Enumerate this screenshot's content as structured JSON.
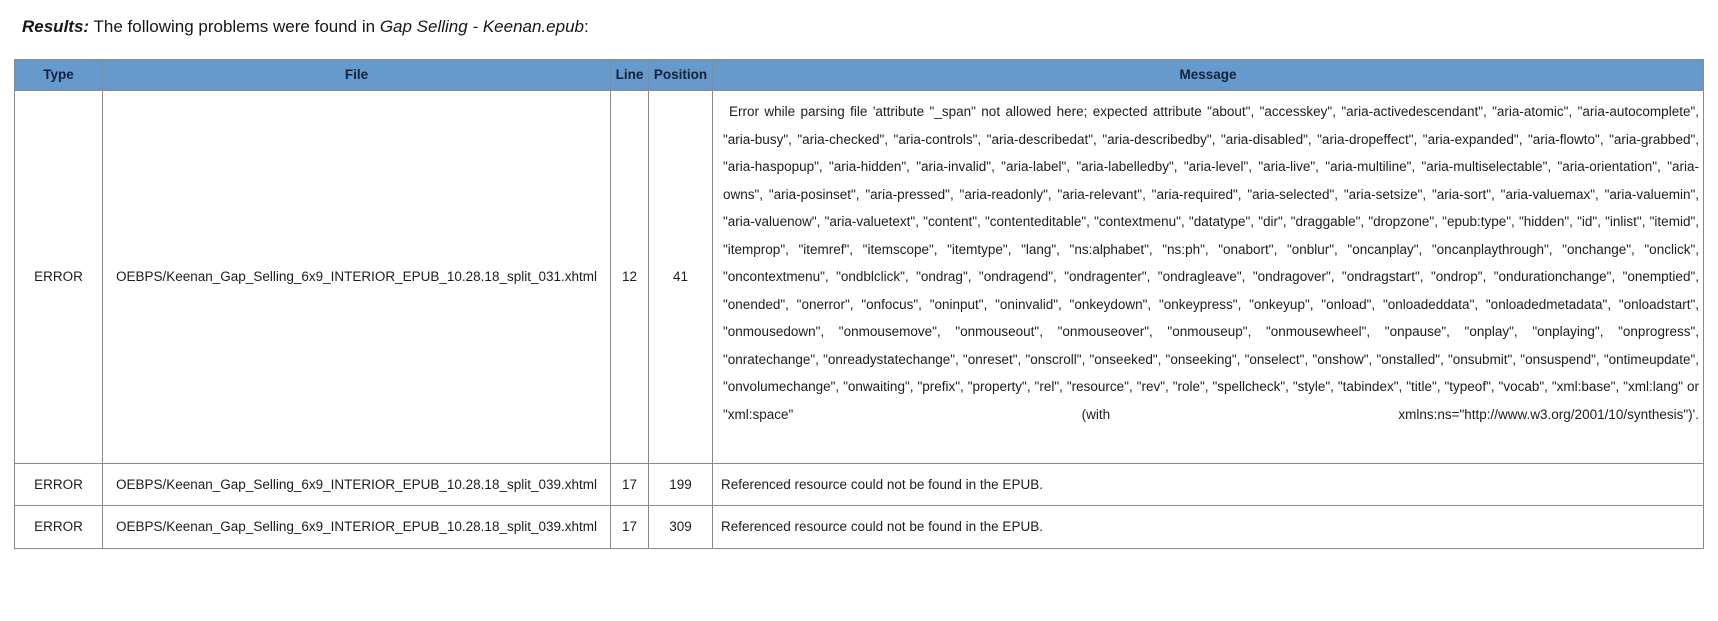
{
  "header": {
    "label": "Results:",
    "text_before": " The following problems were found in ",
    "file_name": "Gap Selling - Keenan.epub",
    "text_after": ":"
  },
  "table": {
    "accent_header_color": "#6699cc",
    "border_color": "#8a8a8a",
    "columns": [
      "Type",
      "File",
      "Line",
      "Position",
      "Message"
    ],
    "rows": [
      {
        "type": "ERROR",
        "file": "OEBPS/Keenan_Gap_Selling_6x9_INTERIOR_EPUB_10.28.18_split_031.xhtml",
        "line": "12",
        "position": "41",
        "message": "Error while parsing file 'attribute \"_span\" not allowed here; expected attribute \"about\", \"accesskey\", \"aria-activedescendant\", \"aria-atomic\", \"aria-autocomplete\", \"aria-busy\", \"aria-checked\", \"aria-controls\", \"aria-describedat\", \"aria-describedby\", \"aria-disabled\", \"aria-dropeffect\", \"aria-expanded\", \"aria-flowto\", \"aria-grabbed\", \"aria-haspopup\", \"aria-hidden\", \"aria-invalid\", \"aria-label\", \"aria-labelledby\", \"aria-level\", \"aria-live\", \"aria-multiline\", \"aria-multiselectable\", \"aria-orientation\", \"aria-owns\", \"aria-posinset\", \"aria-pressed\", \"aria-readonly\", \"aria-relevant\", \"aria-required\", \"aria-selected\", \"aria-setsize\", \"aria-sort\", \"aria-valuemax\", \"aria-valuemin\", \"aria-valuenow\", \"aria-valuetext\", \"content\", \"contenteditable\", \"contextmenu\", \"datatype\", \"dir\", \"draggable\", \"dropzone\", \"epub:type\", \"hidden\", \"id\", \"inlist\", \"itemid\", \"itemprop\", \"itemref\", \"itemscope\", \"itemtype\", \"lang\", \"ns:alphabet\", \"ns:ph\", \"onabort\", \"onblur\", \"oncanplay\", \"oncanplaythrough\", \"onchange\", \"onclick\", \"oncontextmenu\", \"ondblclick\", \"ondrag\", \"ondragend\", \"ondragenter\", \"ondragleave\", \"ondragover\", \"ondragstart\", \"ondrop\", \"ondurationchange\", \"onemptied\", \"onended\", \"onerror\", \"onfocus\", \"oninput\", \"oninvalid\", \"onkeydown\", \"onkeypress\", \"onkeyup\", \"onload\", \"onloadeddata\", \"onloadedmetadata\", \"onloadstart\", \"onmousedown\", \"onmousemove\", \"onmouseout\", \"onmouseover\", \"onmouseup\", \"onmousewheel\", \"onpause\", \"onplay\", \"onplaying\", \"onprogress\", \"onratechange\", \"onreadystatechange\", \"onreset\", \"onscroll\", \"onseeked\", \"onseeking\", \"onselect\", \"onshow\", \"onstalled\", \"onsubmit\", \"onsuspend\", \"ontimeupdate\", \"onvolumechange\", \"onwaiting\", \"prefix\", \"property\", \"rel\", \"resource\", \"rev\", \"role\", \"spellcheck\", \"style\", \"tabindex\", \"title\", \"typeof\", \"vocab\", \"xml:base\", \"xml:lang\" or \"xml:space\" (with xmlns:ns=\"http://www.w3.org/2001/10/synthesis\")'."
      },
      {
        "type": "ERROR",
        "file": "OEBPS/Keenan_Gap_Selling_6x9_INTERIOR_EPUB_10.28.18_split_039.xhtml",
        "line": "17",
        "position": "199",
        "message": "Referenced resource could not be found in the EPUB."
      },
      {
        "type": "ERROR",
        "file": "OEBPS/Keenan_Gap_Selling_6x9_INTERIOR_EPUB_10.28.18_split_039.xhtml",
        "line": "17",
        "position": "309",
        "message": "Referenced resource could not be found in the EPUB."
      }
    ]
  }
}
